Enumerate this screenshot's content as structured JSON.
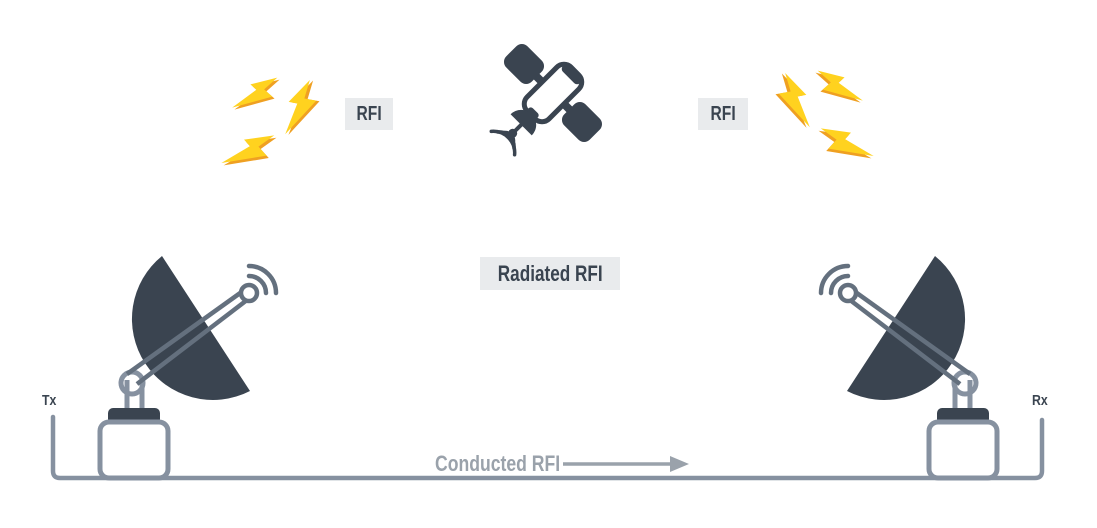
{
  "diagram": {
    "description": "RFI interference diagram: transmitting dish, satellite, receiving dish",
    "labels": {
      "rfi_left": "RFI",
      "rfi_right": "RFI",
      "radiated_rfi": "Radiated RFI",
      "conducted_rfi": "Conducted RFI",
      "tx": "Tx",
      "rx": "Rx"
    },
    "icons": {
      "satellite": "satellite-icon",
      "lightning_cluster_left": "lightning-bolts-icon",
      "lightning_cluster_right": "lightning-bolts-icon",
      "dish_left": "dish-antenna-tx-icon",
      "dish_right": "dish-antenna-rx-icon",
      "conducted_arrow": "right-arrow-icon",
      "ground_link": "ground-line"
    },
    "colors": {
      "background": "#FFFFFF",
      "dark_slate": "#3A4450",
      "steel_gray": "#8691A0",
      "arm_gray": "#64707E",
      "muted_text_gray": "#9AA2AB",
      "label_background": "#E9EBED",
      "bolt_yellow": "#FFD21F",
      "bolt_amber": "#EFA022"
    }
  }
}
